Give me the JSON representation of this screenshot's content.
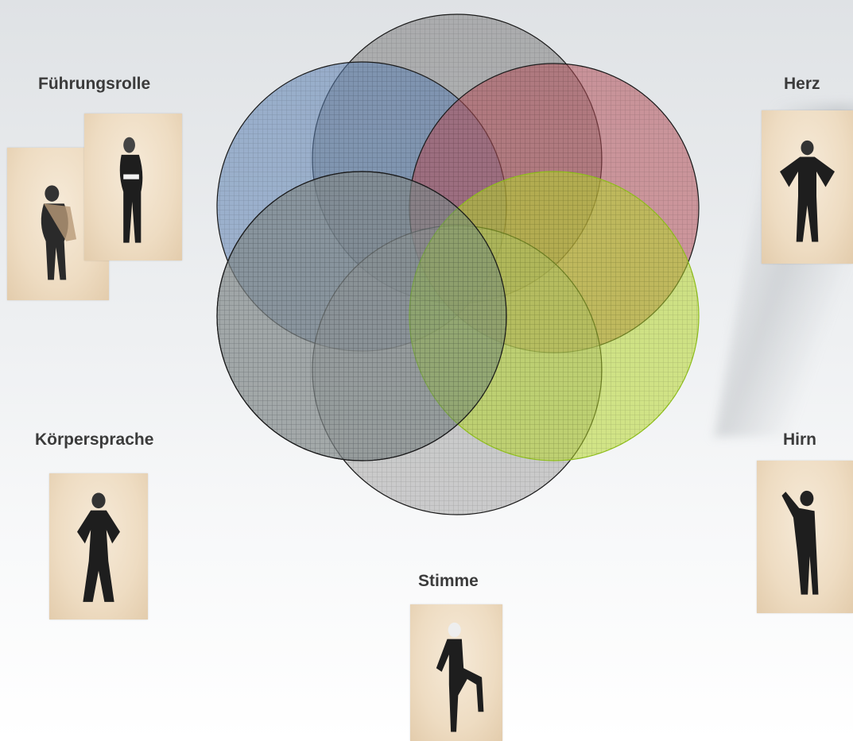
{
  "labels": {
    "fuehrungsrolle": "Führungsrolle",
    "herz": "Herz",
    "koerpersprache": "Körpersprache",
    "hirn": "Hirn",
    "stimme": "Stimme"
  },
  "circles": [
    {
      "name": "top-circle",
      "color": "#7f7f7f"
    },
    {
      "name": "blue-circle",
      "color": "#5b7fb0"
    },
    {
      "name": "red-circle",
      "color": "#b24e58"
    },
    {
      "name": "green-circle",
      "color": "#b4d62a"
    },
    {
      "name": "bottom-circle",
      "color": "#a6a6a6"
    },
    {
      "name": "tan-circle",
      "color": "#b0a478"
    },
    {
      "name": "navy-circle",
      "color": "#4f6e9c"
    }
  ]
}
